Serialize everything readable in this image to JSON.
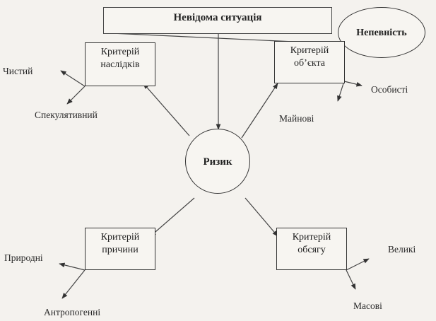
{
  "diagram": {
    "title": "Невідома ситуація",
    "uncertainty": "Непевність",
    "center": "Ризик",
    "criteria": {
      "consequences": {
        "line1": "Критерій",
        "line2": "наслідків"
      },
      "object": {
        "line1": "Критерій",
        "line2": "об’єкта"
      },
      "cause": {
        "line1": "Критерій",
        "line2": "причини"
      },
      "volume": {
        "line1": "Критерій",
        "line2": "обсягу"
      }
    },
    "leaves": {
      "pure": "Чистий",
      "speculative": "Спекулятивний",
      "personal": "Особисті",
      "property": "Майнові",
      "natural": "Природні",
      "anthropogenic": "Антропогенні",
      "large": "Великі",
      "mass": "Масові"
    }
  }
}
